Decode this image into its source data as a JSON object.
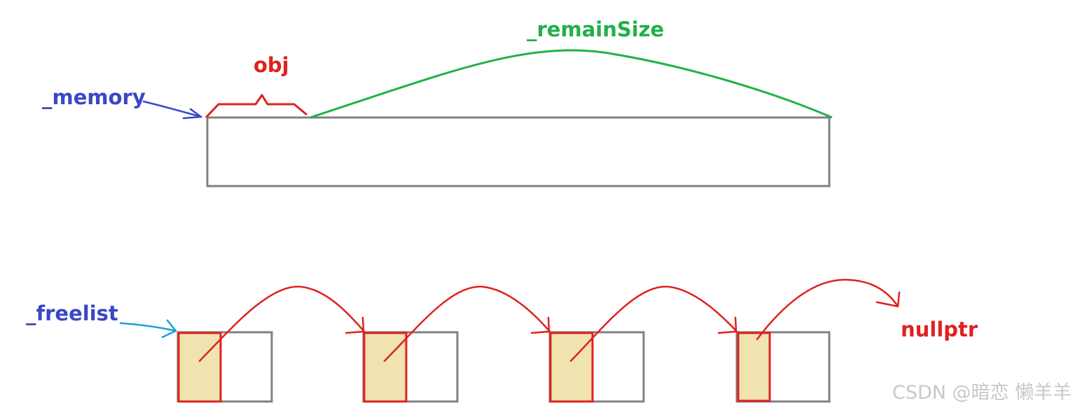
{
  "labels": {
    "memory": "_memory",
    "obj": "obj",
    "remain_size": "_remainSize",
    "freelist": "_freelist",
    "nullptr": "nullptr"
  },
  "watermark": "CSDN @暗恋 懒羊羊",
  "colors": {
    "memory_label": "#3a47c8",
    "freelist_label": "#3a47c8",
    "memory_arrow": "#3a47c8",
    "freelist_arrow": "#1aa0d8",
    "obj": "#e02020",
    "remain_size": "#22b04a",
    "nullptr": "#e02020",
    "box_outline": "#808080",
    "block_fill": "#f0e3b0",
    "block_outline": "#e02020",
    "link_arrow": "#e02020"
  },
  "freelist_node_count": 4
}
